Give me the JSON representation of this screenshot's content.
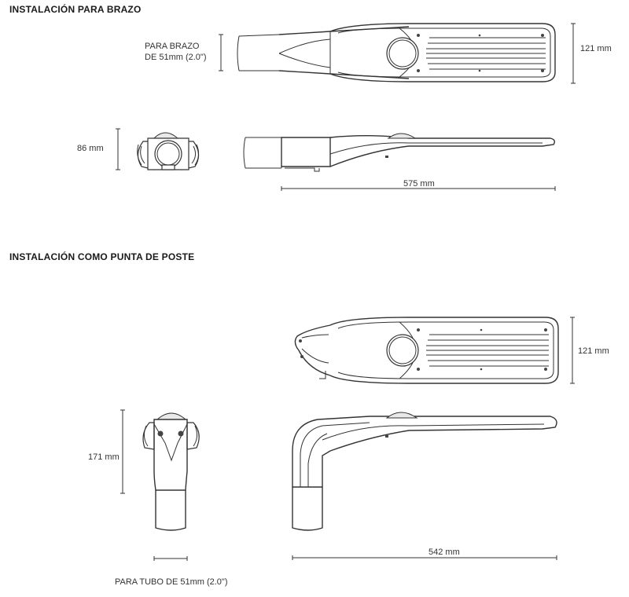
{
  "sections": {
    "arm": {
      "title": "INSTALACIÓN PARA BRAZO"
    },
    "post": {
      "title": "INSTALACIÓN COMO PUNTA DE POSTE"
    }
  },
  "labels": {
    "arm_bracket_line1": "PARA BRAZO",
    "arm_bracket_line2": "DE 51mm (2.0\")",
    "arm_top_height": "121 mm",
    "arm_end_height": "86 mm",
    "arm_length": "575 mm",
    "post_top_height": "121 mm",
    "post_end_height": "171 mm",
    "post_length": "542 mm",
    "post_tube": "PARA TUBO DE 51mm (2.0\")"
  }
}
